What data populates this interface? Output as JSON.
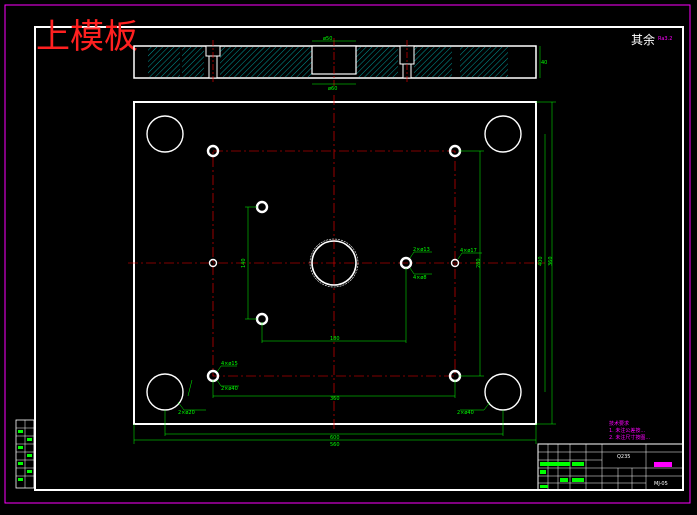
{
  "drawing": {
    "title": "上模板",
    "surface_note": "其余",
    "surface_value": "Ra3.2"
  },
  "section_view": {
    "dims": [
      "ø50",
      "ø60",
      "40"
    ]
  },
  "plan_view": {
    "dims": {
      "overall_width": "600",
      "inner_width": "560",
      "hole_span": "360",
      "inner_span": "180",
      "overall_height": "400",
      "inner_height": "360",
      "pin_span": "280",
      "side_span": "140"
    },
    "callouts": [
      "2×ø13",
      "4×ø8",
      "4×ø17",
      "4×ø15",
      "2×ø40",
      "2×ø20",
      "2×ø40"
    ]
  },
  "notes": {
    "heading": "技术要求",
    "lines": [
      "1. 未注公差按...",
      "2. 未注尺寸按图..."
    ]
  },
  "title_block": {
    "material": "Q235",
    "drawing_no": "MJ-05"
  },
  "colors": {
    "background": "#000000",
    "frame": "#ffffff",
    "border": "#ff00ff",
    "centerline": "#ff0000",
    "dimension": "#00ff00",
    "hatch": "#00ffff",
    "title": "#ff2020"
  }
}
